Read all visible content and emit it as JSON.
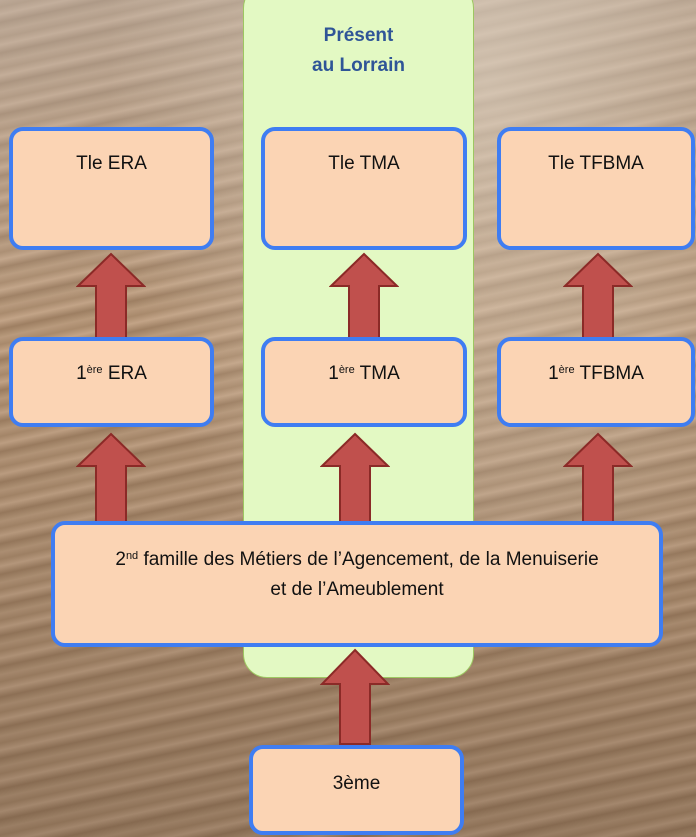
{
  "highlight": {
    "line1": "Présent",
    "line2": "au Lorrain"
  },
  "boxes": {
    "tle_era": "Tle ERA",
    "tle_tma": "Tle TMA",
    "tle_tfbma": "Tle TFBMA",
    "premiere_era": {
      "prefix": "1",
      "sup": "ère",
      "suffix": " ERA"
    },
    "premiere_tma": {
      "prefix": "1",
      "sup": "ère",
      "suffix": " TMA"
    },
    "premiere_tfbma": {
      "prefix": "1",
      "sup": "ère",
      "suffix": " TFBMA"
    },
    "seconde": {
      "prefix": "2",
      "sup": "nd",
      "line1_rest": " famille des Métiers de l’Agencement, de la Menuiserie",
      "line2": "et de l’Ameublement"
    },
    "troisieme": "3ème"
  },
  "colors": {
    "box_fill": "#fbd4b4",
    "box_border": "#3f7df2",
    "arrow_fill": "#c0504d",
    "arrow_stroke": "#8b2a27",
    "highlight_fill": "#e3f9c3",
    "highlight_text": "#2f5597"
  }
}
